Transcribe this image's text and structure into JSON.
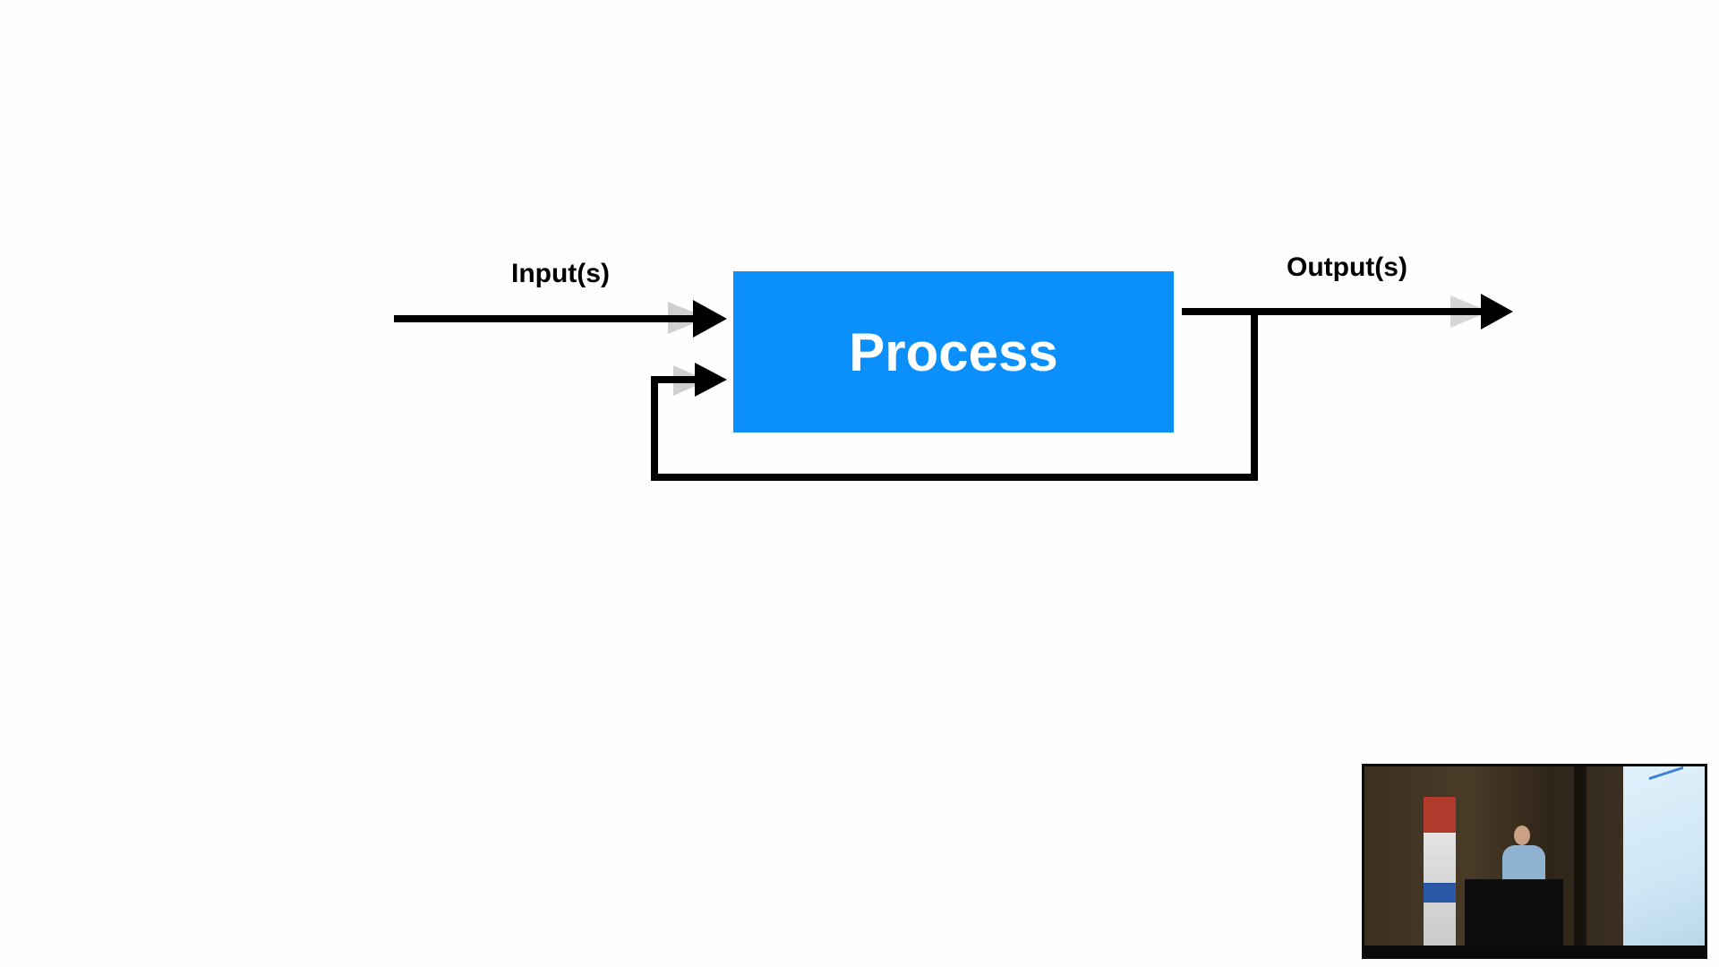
{
  "diagram": {
    "input_label": "Input(s)",
    "process_label": "Process",
    "output_label": "Output(s)"
  },
  "colors": {
    "background": "#fefefe",
    "process_fill": "#0a8ffb",
    "process_text": "#ffffff",
    "arrow": "#000000",
    "arrow_ghost": "#cfcfcf"
  },
  "video_overlay": {
    "description_icon": "speaker-camera-feed"
  }
}
